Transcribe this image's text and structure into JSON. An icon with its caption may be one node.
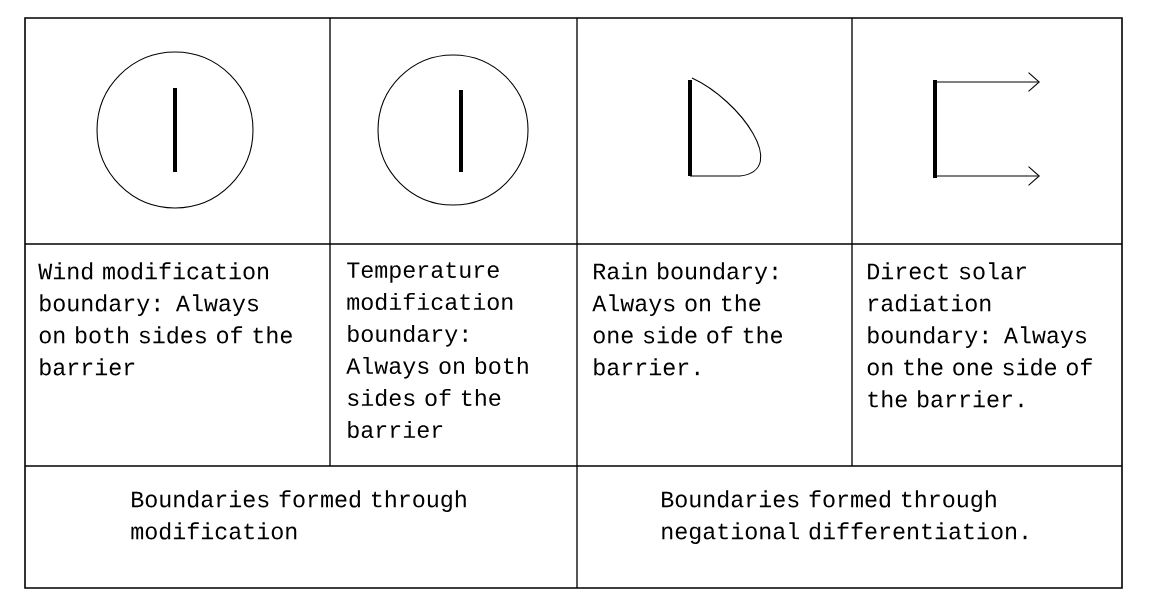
{
  "diagram": {
    "labels": [
      "Wind modification boundary: Always on both sides of the barrier",
      "Temperature modification boundary: Always on both sides of the barrier",
      "Rain boundary: Always on the one side of the barrier.",
      "Direct solar radiation boundary: Always on the one side of the barrier.",
      "Boundaries formed through modification",
      "Boundaries formed through negational differentiation."
    ]
  }
}
